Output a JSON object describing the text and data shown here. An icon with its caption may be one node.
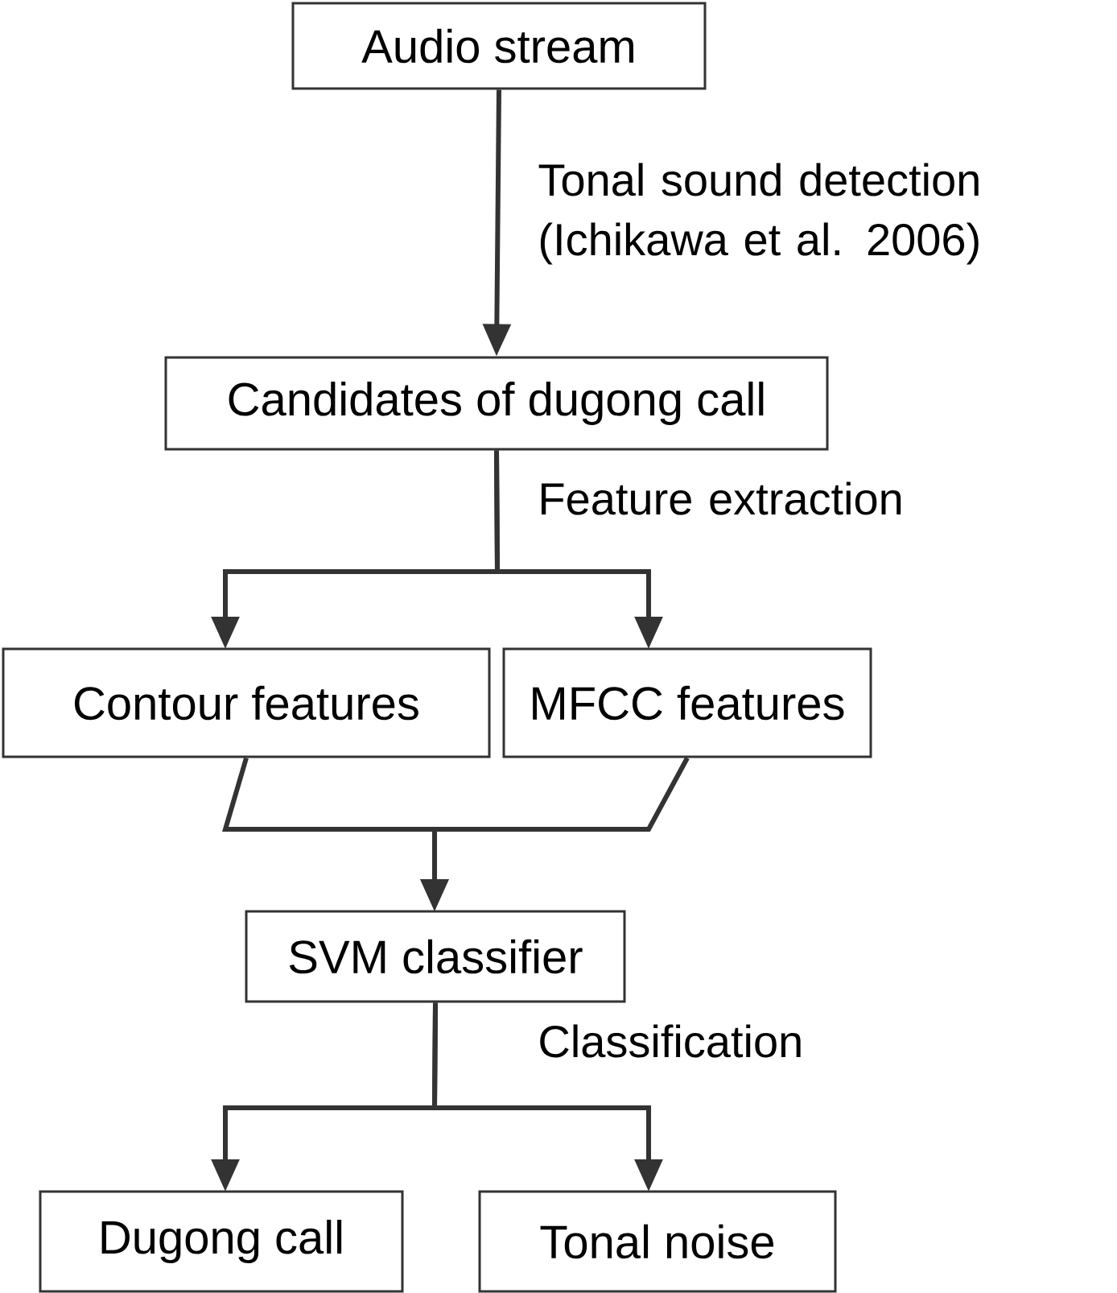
{
  "diagram": {
    "nodes": [
      {
        "text": [
          "Audio stream"
        ]
      },
      {
        "text": [
          "Candidates of dugong call"
        ]
      },
      {
        "text": [
          "Contour features"
        ]
      },
      {
        "text": [
          "MFCC features"
        ]
      },
      {
        "text": [
          "SVM classifier"
        ]
      },
      {
        "text": [
          "Dugong call"
        ]
      },
      {
        "text": [
          "Tonal noise"
        ]
      }
    ],
    "edges": [
      {
        "from": 0,
        "to": 1,
        "arrow": "to",
        "label": "Tonal sound detection (Ichikawa et al. 2006)"
      },
      {
        "from": 1,
        "to": 2,
        "arrow": "to",
        "label": "Feature extraction"
      },
      {
        "from": 1,
        "to": 3,
        "arrow": "to"
      },
      {
        "from": 2,
        "to": 4,
        "arrow": "to"
      },
      {
        "from": 3,
        "to": 4,
        "arrow": "to"
      },
      {
        "from": 4,
        "to": 5,
        "arrow": "to",
        "label": "Classification"
      },
      {
        "from": 4,
        "to": 6,
        "arrow": "to"
      }
    ]
  }
}
